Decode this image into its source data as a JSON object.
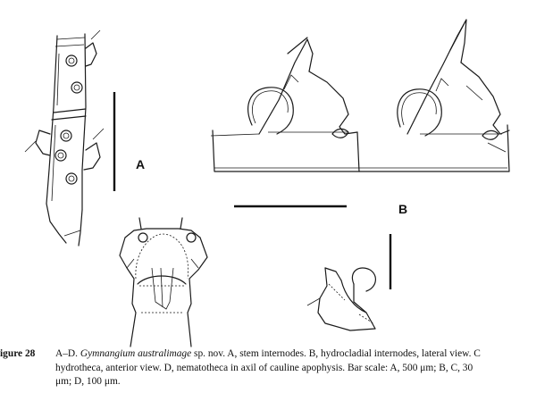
{
  "figure": {
    "panel_labels": {
      "a": "A",
      "b": "B"
    },
    "caption": {
      "figure_number": "igure 28",
      "line1_prefix": "A–D. ",
      "species_italic": "Gymnangium australimage",
      "line1_suffix": " sp. nov. A, stem internodes. B, hydrocladial internodes, lateral view. C",
      "line2": "hydrotheca, anterior view. D, nematotheca in axil of cauline apophysis. Bar scale: A, 500 μm; B, C, 30",
      "line3": "μm; D, 100 μm."
    }
  }
}
